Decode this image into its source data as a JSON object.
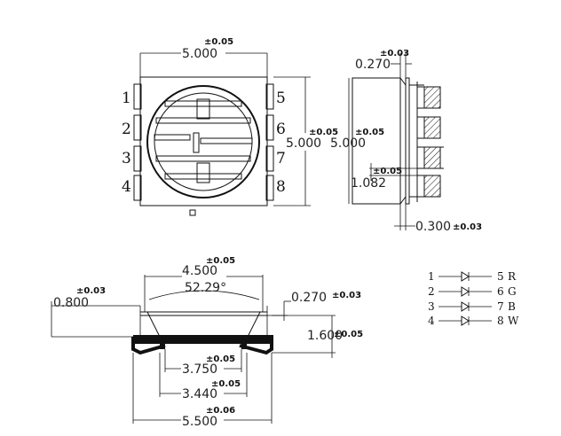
{
  "top_view": {
    "width": {
      "value": "5.000",
      "tol": "±0.05"
    },
    "height": {
      "value": "5.000",
      "tol": "±0.05"
    },
    "pins_left": [
      "1",
      "2",
      "3",
      "4"
    ],
    "pins_right": [
      "5",
      "6",
      "7",
      "8"
    ]
  },
  "side_view": {
    "thickness": {
      "value": "0.270",
      "tol": "±0.03"
    },
    "height": {
      "value": "5.000",
      "tol": "±0.05"
    },
    "pitch": {
      "value": "1.082",
      "tol": "±0.05"
    },
    "pad": {
      "value": "0.300",
      "tol": "±0.03"
    }
  },
  "bottom_view": {
    "top_width": {
      "value": "4.500",
      "tol": "±0.05"
    },
    "angle": "52.29°",
    "left_height": {
      "value": "0.800",
      "tol": "±0.03"
    },
    "right_offset": {
      "value": "0.270",
      "tol": "±0.03"
    },
    "total_height": {
      "value": "1.600",
      "tol": "±0.05"
    },
    "inner_width": {
      "value": "3.750",
      "tol": "±0.05"
    },
    "pad_gap": {
      "value": "3.440",
      "tol": "±0.05"
    },
    "overall_width": {
      "value": "5.500",
      "tol": "±0.06"
    }
  },
  "legend": [
    {
      "a": "1",
      "b": "5",
      "color": "R"
    },
    {
      "a": "2",
      "b": "6",
      "color": "G"
    },
    {
      "a": "3",
      "b": "7",
      "color": "B"
    },
    {
      "a": "4",
      "b": "8",
      "color": "W"
    }
  ]
}
